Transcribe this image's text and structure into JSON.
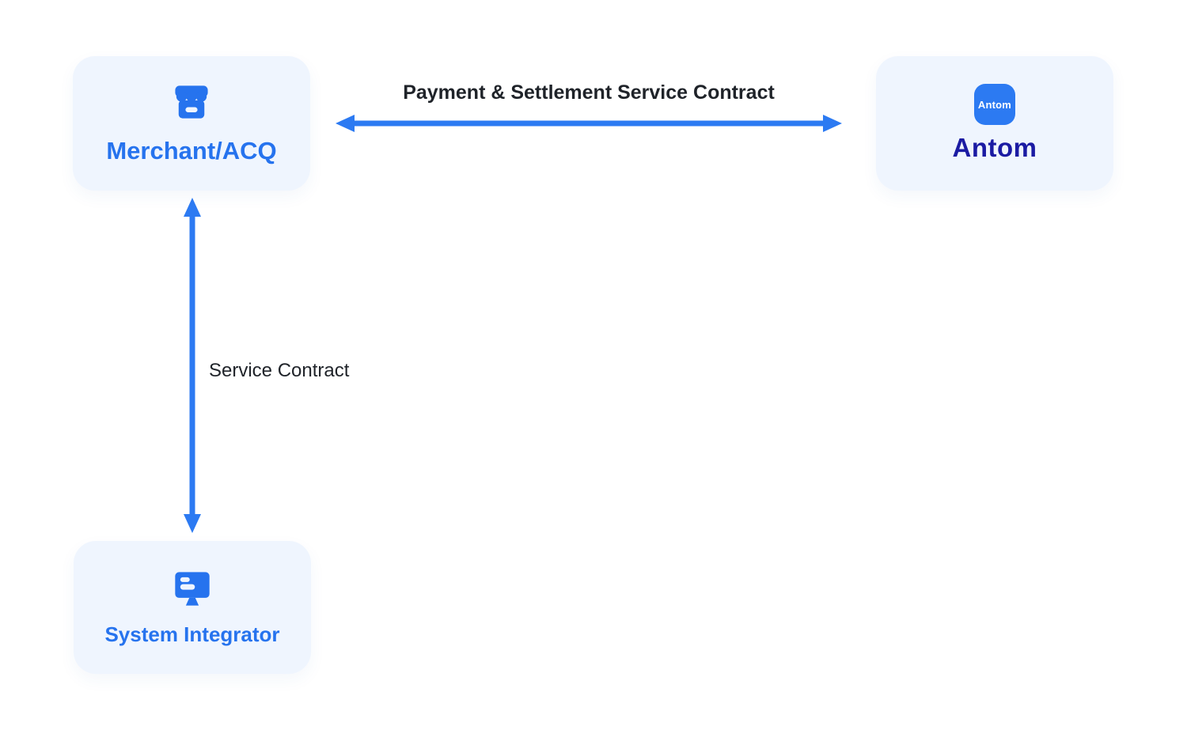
{
  "colors": {
    "box_bg": "#EFF5FE",
    "blue": "#2673EE",
    "arrow_blue": "#2C7AF2",
    "navy": "#1B1BA3",
    "text_dark": "#1F2329",
    "white": "#FFFFFF"
  },
  "nodes": [
    {
      "id": "merchant-acq",
      "label": "Merchant/ACQ",
      "icon": "storefront-icon"
    },
    {
      "id": "antom",
      "label": "Antom",
      "icon": "antom-app-icon",
      "icon_label": "Antom"
    },
    {
      "id": "system-integrator",
      "label": "System Integrator",
      "icon": "monitor-icon"
    }
  ],
  "edges": [
    {
      "from": "merchant-acq",
      "to": "antom",
      "label": "Payment & Settlement Service Contract",
      "direction": "bidirectional",
      "orientation": "horizontal"
    },
    {
      "from": "merchant-acq",
      "to": "system-integrator",
      "label": "Service Contract",
      "direction": "bidirectional",
      "orientation": "vertical"
    }
  ]
}
